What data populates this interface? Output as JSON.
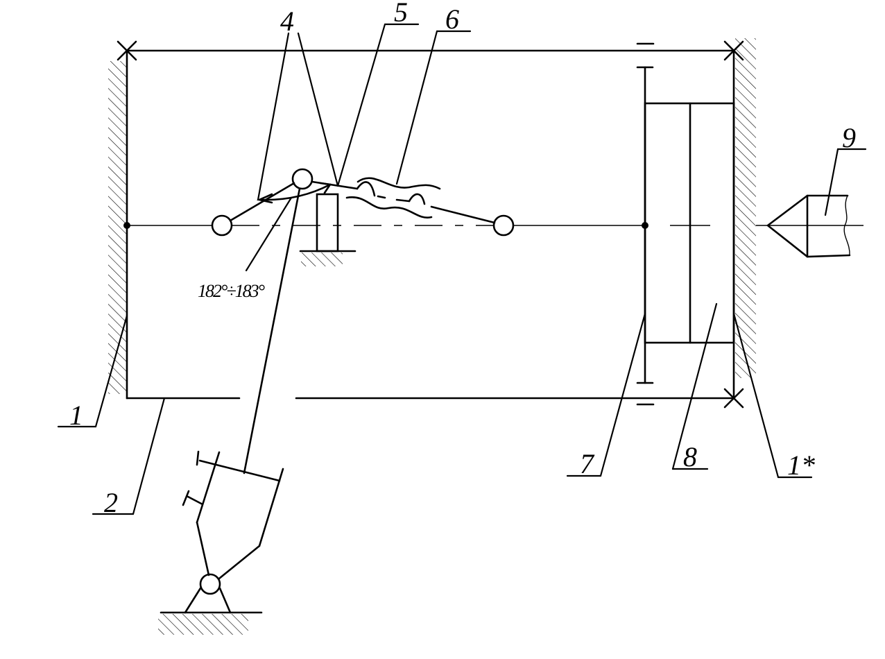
{
  "labels": {
    "l1": "1",
    "l2": "2",
    "l4": "4",
    "l5": "5",
    "l6": "6",
    "l7": "7",
    "l8": "8",
    "l1s": "1*",
    "l9": "9"
  },
  "angle_annotation": "182°÷183°"
}
